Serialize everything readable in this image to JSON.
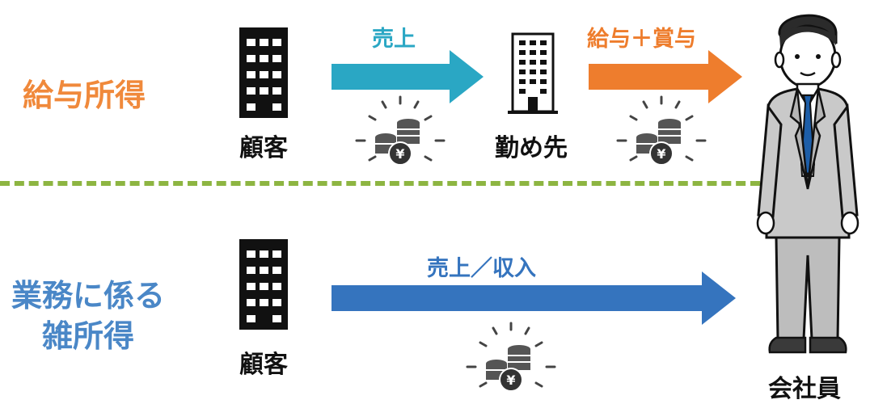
{
  "colors": {
    "salary": "#f0893b",
    "business": "#4a87c7",
    "sales_arrow": "#2aa7c4",
    "salary_arrow": "#ee7d2d",
    "business_arrow": "#3574be",
    "divider": "#8db542",
    "building": "#111111"
  },
  "top": {
    "title": "給与所得",
    "customer_label": "顧客",
    "arrow1_label": "売上",
    "employer_label": "勤め先",
    "arrow2_label": "給与＋賞与"
  },
  "bottom": {
    "title_line1": "業務に係る",
    "title_line2": "雑所得",
    "customer_label": "顧客",
    "arrow_label": "売上／収入"
  },
  "person_label": "会社員",
  "icons": {
    "customer": "office-building-icon",
    "employer": "office-tower-icon",
    "money": "yen-coins-icon",
    "person": "businessman-icon"
  }
}
